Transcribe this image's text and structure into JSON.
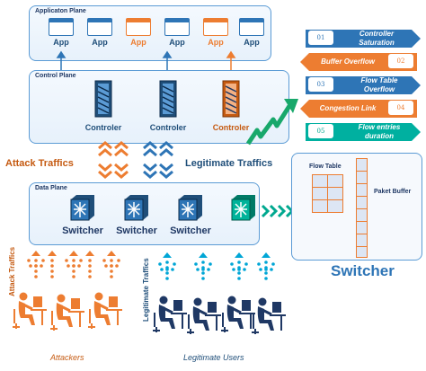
{
  "application_plane": {
    "title": "Applicaton Plane",
    "apps": [
      {
        "label": "App",
        "type": "legit"
      },
      {
        "label": "App",
        "type": "legit"
      },
      {
        "label": "App",
        "type": "attack"
      },
      {
        "label": "App",
        "type": "legit"
      },
      {
        "label": "App",
        "type": "attack"
      },
      {
        "label": "App",
        "type": "legit"
      }
    ]
  },
  "control_plane": {
    "title": "Control Plane",
    "controllers": [
      {
        "label": "Controler",
        "type": "legit"
      },
      {
        "label": "Controler",
        "type": "legit"
      },
      {
        "label": "Controler",
        "type": "attack"
      }
    ]
  },
  "traffic_labels": {
    "attack": "Attack Traffics",
    "legit": "Legitimate Traffics"
  },
  "data_plane": {
    "title": "Data Plane",
    "switches": [
      {
        "label": "Switcher"
      },
      {
        "label": "Switcher"
      },
      {
        "label": "Switcher"
      }
    ]
  },
  "issues": [
    {
      "number": "01",
      "label": "Controller Saturation",
      "color": "#2e75b6"
    },
    {
      "number": "02",
      "label": "Buffer Overflow",
      "color": "#ed7d31"
    },
    {
      "number": "03",
      "label": "Flow Table Overflow",
      "color": "#2e75b6"
    },
    {
      "number": "04",
      "label": "Congestion Link",
      "color": "#ed7d31"
    },
    {
      "number": "05",
      "label": "Flow entries duration",
      "color": "#00b0a0"
    }
  ],
  "switch_detail": {
    "flow_table_label": "Flow Table",
    "buffer_label": "Paket Buffer",
    "title": "Switcher"
  },
  "users": {
    "attack_vertical": "Attack Traffics",
    "legit_vertical": "Legitimate Traffics",
    "attackers_label": "Attackers",
    "legit_label": "Legitimate Users"
  },
  "colors": {
    "blue": "#2e75b6",
    "dark_blue": "#1f3864",
    "orange": "#ed7d31",
    "teal": "#00a88f",
    "green": "#18a86b"
  }
}
